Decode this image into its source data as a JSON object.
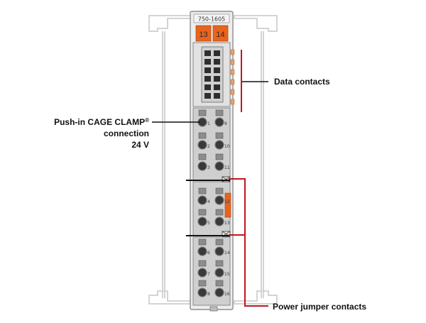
{
  "module": {
    "part_number": "750-1605",
    "leds": [
      {
        "label": "13",
        "color": "#e8641e"
      },
      {
        "label": "14",
        "color": "#e8641e"
      }
    ],
    "terminal_numbers": [
      "1",
      "9",
      "2",
      "10",
      "3",
      "11",
      "4",
      "12",
      "5",
      "13",
      "6",
      "14",
      "7",
      "15",
      "8",
      "16"
    ]
  },
  "callouts": {
    "data_contacts": "Data contacts",
    "push_in_line1": "Push-in CAGE CLAMP",
    "push_in_reg": "®",
    "push_in_line2": "connection",
    "push_in_line3": "24 V",
    "power_jumper": "Power jumper contacts"
  },
  "colors": {
    "accent_orange": "#e8641e",
    "callout_red": "#c0161d",
    "housing_gray": "#cfcfcf",
    "frame_gray": "#d8d8d8"
  }
}
